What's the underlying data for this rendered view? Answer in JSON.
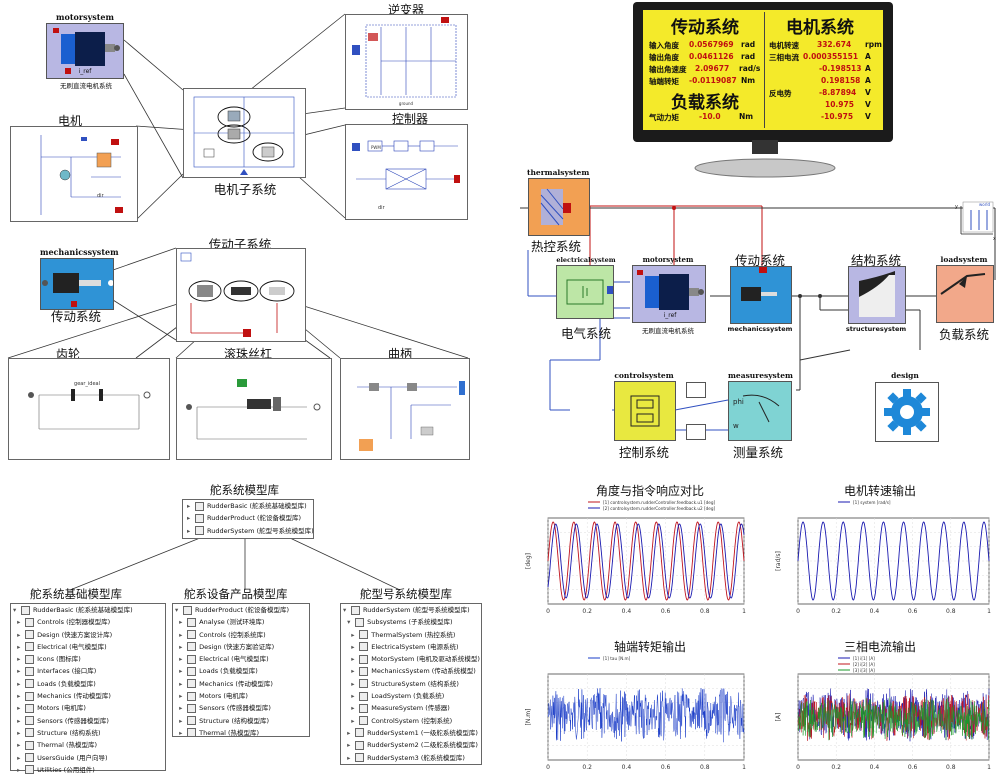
{
  "top_left": {
    "motorsystem_label": "motorsystem",
    "motorsystem_sub": "无刷直流电机系统",
    "motor_inner_label": "i_ref",
    "nixiangqi": "逆变器",
    "dianji": "电机",
    "kongzhiqi": "控制器",
    "dianji_zixitong": "电机子系统",
    "dir_label": "dir",
    "pwm_label": "PWM",
    "ground_label": "ground"
  },
  "mid_left": {
    "mechanicssystem_label": "mechanicssystem",
    "chuandong_xitong": "传动系统",
    "chuandong_zixitong": "传动子系统",
    "chilun": "齿轮",
    "gunzhu_sigang": "滚珠丝杠",
    "qubing": "曲柄",
    "gear_label": "gear_ideal"
  },
  "monitor": {
    "title_left": "传动系统",
    "title_right": "电机系统",
    "title_load": "负载系统",
    "rows_left": [
      {
        "label": "输入角度",
        "value": "0.0567969",
        "unit": "rad"
      },
      {
        "label": "输出角度",
        "value": "0.0461126",
        "unit": "rad"
      },
      {
        "label": "输出角速度",
        "value": "2.09677",
        "unit": "rad/s"
      },
      {
        "label": "轴端转矩",
        "value": "-0.0119087",
        "unit": "Nm"
      }
    ],
    "rows_right": [
      {
        "label": "电机转速",
        "value": "332.674",
        "unit": "rpm"
      },
      {
        "label": "三相电流",
        "value": "0.000355151",
        "unit": "A"
      },
      {
        "label": "",
        "value": "-0.198513",
        "unit": "A"
      },
      {
        "label": "",
        "value": "0.198158",
        "unit": "A"
      },
      {
        "label": "反电势",
        "value": "-8.87894",
        "unit": "V"
      },
      {
        "label": "",
        "value": "10.975",
        "unit": "V"
      },
      {
        "label": "",
        "value": "-10.975",
        "unit": "V"
      }
    ],
    "load_row": {
      "label": "气动力矩",
      "value": "-10.0",
      "unit": "Nm"
    }
  },
  "system": {
    "thermalsystem": "thermalsystem",
    "rekong": "热控系统",
    "electricalsystem": "electricalsystem",
    "dianqi": "电气系统",
    "motorsystem": "motorsystem",
    "motor_sub": "无刷直流电机系统",
    "motor_iref": "i_ref",
    "chuandong": "传动系统",
    "mechanicssystem": "mechanicssystem",
    "jiegou": "结构系统",
    "structuresystem": "structuresystem",
    "loadsystem": "loadsystem",
    "fuzai": "负载系统",
    "controlsystem": "controlsystem",
    "kongzhi": "控制系统",
    "measuresystem": "measuresystem",
    "celiang": "测量系统",
    "phi": "phi",
    "w": "w",
    "design": "design",
    "world": "world",
    "axis_x": "x",
    "axis_y": "y"
  },
  "library": {
    "root_title": "舵系统模型库",
    "root_items": [
      "RudderBasic (舵系统基础模型库)",
      "RudderProduct (舵设备模型库)",
      "RudderSystem (舵型号系统模型库)"
    ],
    "basic_title": "舵系统基础模型库",
    "basic_root": "RudderBasic (舵系统基础模型库)",
    "basic_items": [
      "Controls (控制器模型库)",
      "Design (快速方案设计库)",
      "Electrical (电气模型库)",
      "Icons (图标库)",
      "Interfaces (接口库)",
      "Loads (负载模型库)",
      "Mechanics (传动模型库)",
      "Motors (电机库)",
      "Sensors (传感器模型库)",
      "Structure (结构系统)",
      "Thermal (热模型库)",
      "UsersGuide (用户向导)",
      "Utilities (公用组件)"
    ],
    "product_title": "舵系设备产品模型库",
    "product_root": "RudderProduct (舵设备模型库)",
    "product_items": [
      "Analyse (测试环境库)",
      "Controls (控制系统库)",
      "Design (快速方案验证库)",
      "Electrical (电气模型库)",
      "Loads (负载模型库)",
      "Mechanics (传动模型库)",
      "Motors (电机库)",
      "Sensors (传感器模型库)",
      "Structure (结构模型库)",
      "Thermal (热模型库)"
    ],
    "system_title": "舵型号系统模型库",
    "system_root": "RudderSystem (舵型号系统模型库)",
    "system_items": [
      "Subsystems (子系统模型库)",
      "ThermalSystem (热控系统)",
      "ElectricalSystem (电源系统)",
      "MotorSystem (电机及驱动系统模型)",
      "MechanicsSystem (传动系统模型)",
      "StructureSystem (结构系统)",
      "LoadSystem (负载系统)",
      "MeasureSystem (传感器)",
      "ControlSystem (控制系统)",
      "RudderSystem1 (一级舵系统模型库)",
      "RudderSystem2 (二级舵系统模型库)",
      "RudderSystem3 (舵系统模型库)"
    ]
  },
  "chart_data": [
    {
      "type": "line",
      "title": "角度与指令响应对比",
      "ylabel": "[deg]",
      "xlim": [
        0,
        1
      ],
      "xticks": [
        "0",
        "0.2",
        "0.4",
        "0.6",
        "0.8",
        "1"
      ],
      "legend": [
        "[1] controlsystem.rudderController.feedback.u1 [deg]",
        "[2] controlsystem.rudderController.feedback.u2 [deg]"
      ],
      "series": [
        {
          "name": "[1] controlsystem.rudderController.feedback.u1 [deg]",
          "color": "#c0141e",
          "shape": "sine",
          "cycles": 9.5,
          "amplitude": 1.0,
          "phase": 0.0
        },
        {
          "name": "[2] controlsystem.rudderController.feedback.u2 [deg]",
          "color": "#1a1ab0",
          "shape": "sine",
          "cycles": 9.5,
          "amplitude": 0.95,
          "phase": -0.25
        }
      ]
    },
    {
      "type": "line",
      "title": "电机转速输出",
      "ylabel": "[rad/s]",
      "xlim": [
        0,
        1
      ],
      "xticks": [
        "0",
        "0.2",
        "0.4",
        "0.6",
        "0.8",
        "1"
      ],
      "legend": [
        "[1] system [rad/s]"
      ],
      "series": [
        {
          "name": "[1] system [rad/s]",
          "color": "#1a1ab0",
          "shape": "sine",
          "cycles": 9.5,
          "amplitude": 1.0,
          "phase": 0.0
        }
      ]
    },
    {
      "type": "line",
      "title": "轴端转矩输出",
      "ylabel": "[N.m]",
      "xlim": [
        0,
        1
      ],
      "xticks": [
        "0",
        "0.2",
        "0.4",
        "0.6",
        "0.8",
        "1"
      ],
      "legend": [
        "[1] tau [N.m]"
      ],
      "series": [
        {
          "name": "[1] tau [N.m]",
          "color": "#1a3cc8",
          "shape": "noise",
          "cycles": 9.5,
          "amplitude": 1.0
        }
      ]
    },
    {
      "type": "line",
      "title": "三相电流输出",
      "ylabel": "[A]",
      "xlim": [
        0,
        1
      ],
      "xticks": [
        "0",
        "0.2",
        "0.4",
        "0.6",
        "0.8",
        "1"
      ],
      "legend": [
        "[1] i[1] [A]",
        "[2] i[2] [A]",
        "[3] i[3] [A]"
      ],
      "series": [
        {
          "name": "[1] i[1] [A]",
          "color": "#1a1ab0",
          "shape": "noise",
          "cycles": 9.5,
          "amplitude": 1.0
        },
        {
          "name": "[2] i[2] [A]",
          "color": "#c0141e",
          "shape": "noise",
          "cycles": 9.5,
          "amplitude": 0.9
        },
        {
          "name": "[3] i[3] [A]",
          "color": "#1a9a2a",
          "shape": "noise",
          "cycles": 9.5,
          "amplitude": 0.8
        }
      ]
    }
  ]
}
